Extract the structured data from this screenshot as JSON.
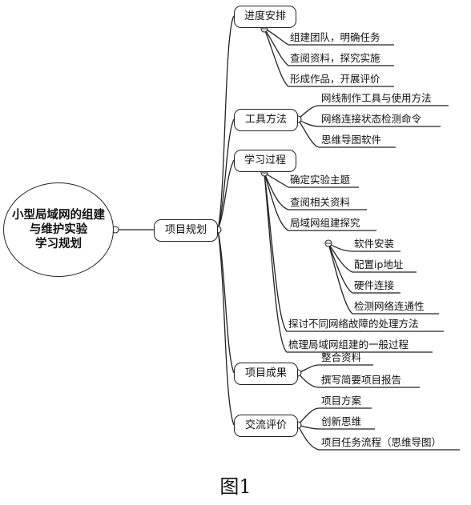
{
  "root": {
    "lines": [
      "小型局域网的组建",
      "与维护实验",
      "学习规划"
    ]
  },
  "hub": {
    "label": "项目规划"
  },
  "branches": {
    "progress": {
      "label": "进度安排",
      "items": [
        "组建团队，明确任务",
        "查阅资料，探究实施",
        "形成作品，开展评价"
      ]
    },
    "tools": {
      "label": "工具方法",
      "items": [
        "网线制作工具与使用方法",
        "网络连接状态检测命令",
        "思维导图软件"
      ]
    },
    "learning": {
      "label": "学习过程",
      "items": [
        "确定实验主题",
        "查阅相关资料",
        "局域网组建探究",
        "探讨不同网络故障的处理方法",
        "梳理局域网组建的一般过程"
      ],
      "sub_items": [
        "软件安装",
        "配置ip地址",
        "硬件连接",
        "检测网络连通性"
      ]
    },
    "results": {
      "label": "项目成果",
      "items": [
        "整合资料",
        "撰写简要项目报告"
      ]
    },
    "review": {
      "label": "交流评价",
      "items": [
        "项目方案",
        "创新思维",
        "项目任务流程（思维导图）"
      ]
    }
  },
  "caption": "图1"
}
